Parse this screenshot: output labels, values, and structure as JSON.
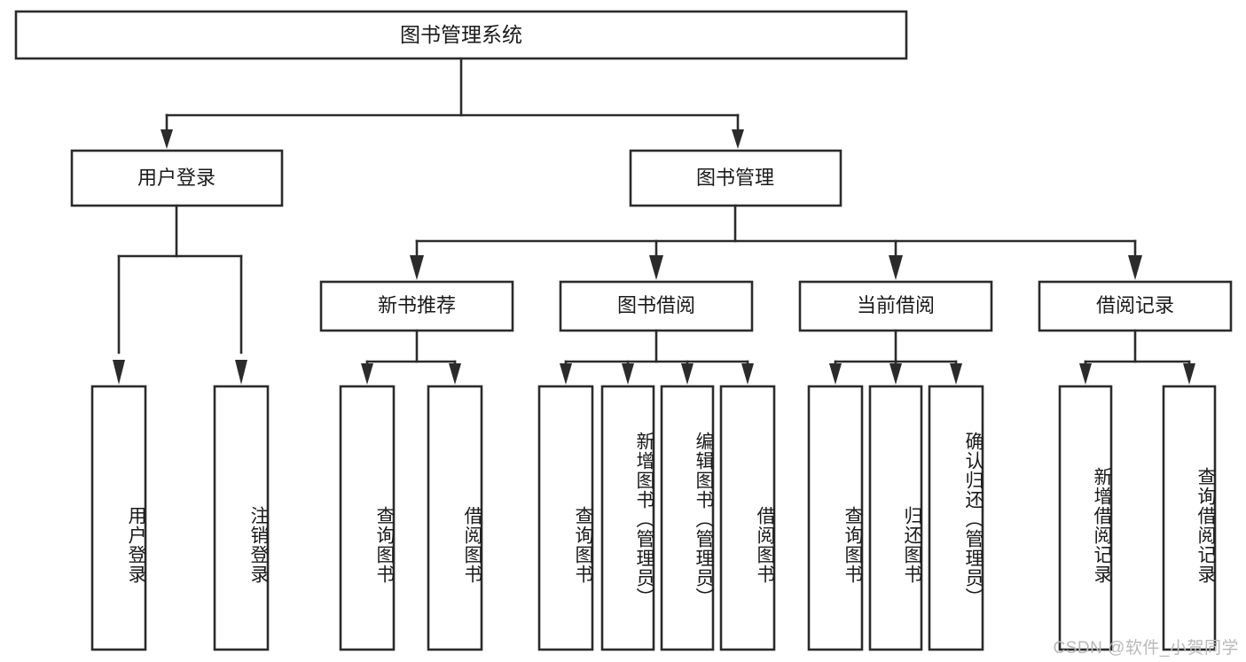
{
  "diagram": {
    "title": "图书管理系统",
    "type": "hierarchy-tree",
    "watermark": "CSDN @软件_小贺同学",
    "colors": {
      "stroke": "#2b2b2b",
      "fill": "#ffffff",
      "text": "#1a1a1a",
      "watermark": "#b9b9b9"
    },
    "levels": {
      "root": {
        "label": "图书管理系统"
      },
      "level2": [
        {
          "label": "用户登录"
        },
        {
          "label": "图书管理"
        }
      ],
      "level3": [
        {
          "label": "新书推荐"
        },
        {
          "label": "图书借阅"
        },
        {
          "label": "当前借阅"
        },
        {
          "label": "借阅记录"
        }
      ],
      "leaves": {
        "user_login": [
          {
            "label": "用户登录"
          },
          {
            "label": "注销登录"
          }
        ],
        "new_book_recommend": [
          {
            "label": "查询图书"
          },
          {
            "label": "借阅图书"
          }
        ],
        "book_borrow": [
          {
            "label": "查询图书"
          },
          {
            "label": "新增图书（管理员）"
          },
          {
            "label": "编辑图书（管理员）"
          },
          {
            "label": "借阅图书"
          }
        ],
        "current_borrow": [
          {
            "label": "查询图书"
          },
          {
            "label": "归还图书"
          },
          {
            "label": "确认归还（管理员）"
          }
        ],
        "borrow_record": [
          {
            "label": "新增借阅记录"
          },
          {
            "label": "查询借阅记录"
          }
        ]
      }
    }
  }
}
